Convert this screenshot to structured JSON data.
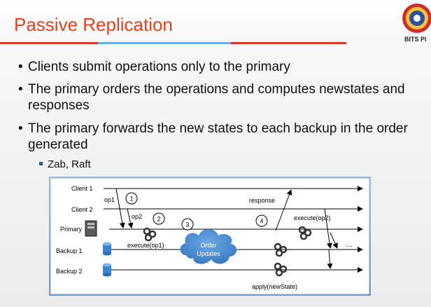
{
  "slide": {
    "title": "Passive Replication",
    "logo_text": "BITS Pi",
    "bullets": [
      "Clients submit operations only to the primary",
      "The primary orders the operations and computes newstates and responses",
      "The primary forwards the new states to each backup in the order generated"
    ],
    "sub_bullet": "Zab, Raft"
  },
  "diagram": {
    "rows": [
      "Client 1",
      "Client 2",
      "Primary",
      "Backup 1",
      "Backup 2"
    ],
    "labels": {
      "op1": "op1",
      "op2": "op2",
      "response": "response",
      "execute_op2": "execute(op2)",
      "execute_op1": "execute(op1)",
      "order_updates_line1": "Order",
      "order_updates_line2": "Updates",
      "apply": "apply(newState)",
      "ellipsis": "...."
    },
    "steps": [
      "1",
      "2",
      "3",
      "4"
    ]
  },
  "colors": {
    "title": "#e8401c",
    "rule_red": "#d9382a",
    "rule_blue": "#6ab0de",
    "cloud": "#4f8fd4",
    "disk": "#3a84d4"
  }
}
